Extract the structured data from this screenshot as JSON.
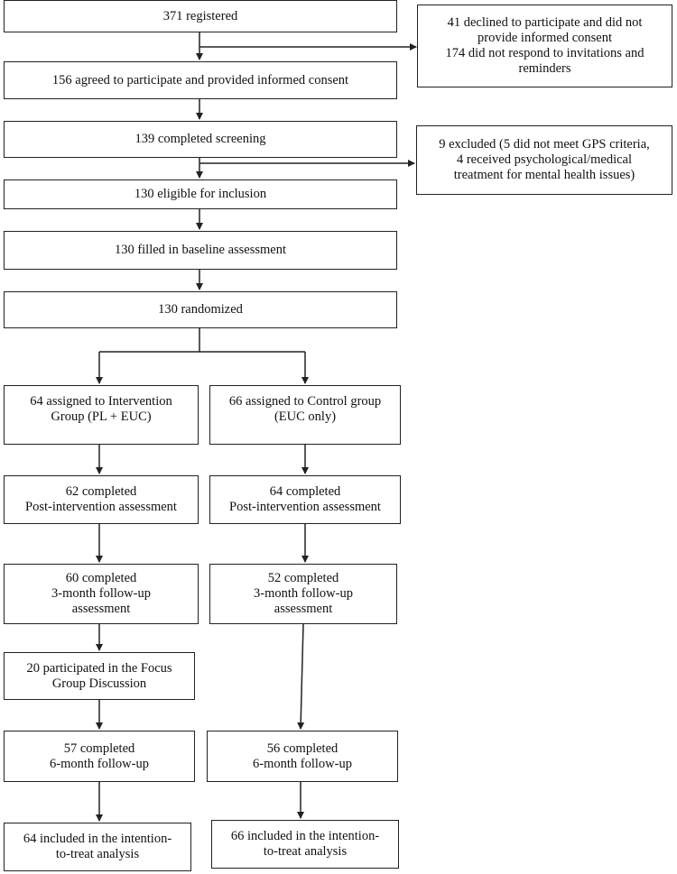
{
  "flowchart": {
    "registered": [
      "371 registered"
    ],
    "declined": [
      "41 declined to participate and did not",
      "provide informed consent",
      "174 did not respond to invitations and",
      "reminders"
    ],
    "agreed": [
      "156 agreed to participate and provided informed consent"
    ],
    "screening": [
      "139 completed screening"
    ],
    "excluded": [
      "9 excluded (5 did not meet GPS criteria,",
      "4 received psychological/medical",
      "treatment for mental health issues)"
    ],
    "eligible": [
      "130 eligible for inclusion"
    ],
    "baseline": [
      "130 filled in baseline assessment"
    ],
    "randomized": [
      "130 randomized"
    ],
    "intervention": {
      "assigned": [
        "64 assigned to Intervention",
        "Group (PL + EUC)"
      ],
      "post": [
        "62 completed",
        "Post-intervention assessment"
      ],
      "followup3": [
        "60 completed",
        "3-month follow-up",
        "assessment"
      ],
      "focus": [
        "20 participated in the Focus",
        "Group Discussion"
      ],
      "followup6": [
        "57 completed",
        "6-month follow-up"
      ],
      "itt": [
        "64 included in the intention-",
        "to-treat analysis"
      ]
    },
    "control": {
      "assigned": [
        "66 assigned to Control group",
        "(EUC only)"
      ],
      "post": [
        "64 completed",
        "Post-intervention assessment"
      ],
      "followup3": [
        "52 completed",
        "3-month follow-up",
        "assessment"
      ],
      "followup6": [
        "56 completed",
        "6-month follow-up"
      ],
      "itt": [
        "66 included in the intention-",
        "to-treat analysis"
      ]
    }
  }
}
